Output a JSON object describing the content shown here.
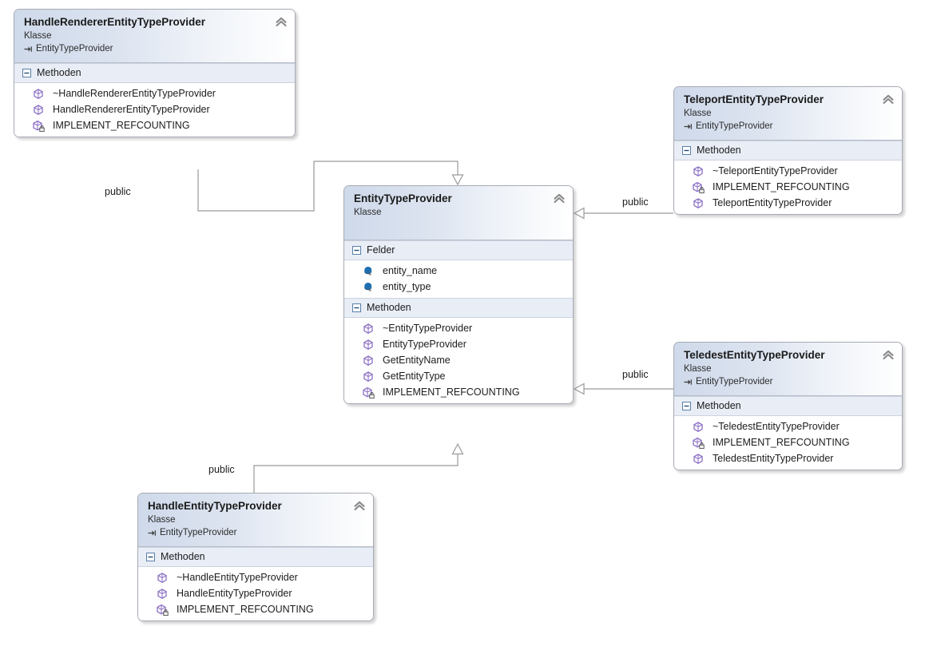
{
  "diagram": {
    "type": "uml-class-diagram",
    "language": "de",
    "background": "#ffffff",
    "stereotype_label": "Klasse",
    "fields_label": "Felder",
    "methods_label": "Methoden",
    "accent_header": "#ced9ea",
    "accent_compartment": "#e8edf6",
    "method_icon_color": "#8b6fc4",
    "field_icon_color": "#1f6fb0",
    "connector_color": "#9a9a9a"
  },
  "classes": [
    {
      "id": "handle-renderer-entity-type-provider",
      "name": "HandleRendererEntityTypeProvider",
      "stereotype": "Klasse",
      "base": "EntityTypeProvider",
      "compartments": [
        {
          "label": "Methoden",
          "members": [
            {
              "name": "~HandleRendererEntityTypeProvider",
              "kind": "method",
              "visibility": "public"
            },
            {
              "name": "HandleRendererEntityTypeProvider",
              "kind": "method",
              "visibility": "public"
            },
            {
              "name": "IMPLEMENT_REFCOUNTING",
              "kind": "method",
              "visibility": "private"
            }
          ]
        }
      ]
    },
    {
      "id": "teleport-entity-type-provider",
      "name": "TeleportEntityTypeProvider",
      "stereotype": "Klasse",
      "base": "EntityTypeProvider",
      "compartments": [
        {
          "label": "Methoden",
          "members": [
            {
              "name": "~TeleportEntityTypeProvider",
              "kind": "method",
              "visibility": "public"
            },
            {
              "name": "IMPLEMENT_REFCOUNTING",
              "kind": "method",
              "visibility": "private"
            },
            {
              "name": "TeleportEntityTypeProvider",
              "kind": "method",
              "visibility": "public"
            }
          ]
        }
      ]
    },
    {
      "id": "entity-type-provider",
      "name": "EntityTypeProvider",
      "stereotype": "Klasse",
      "base": "",
      "compartments": [
        {
          "label": "Felder",
          "members": [
            {
              "name": "entity_name",
              "kind": "field",
              "visibility": "protected"
            },
            {
              "name": "entity_type",
              "kind": "field",
              "visibility": "protected"
            }
          ]
        },
        {
          "label": "Methoden",
          "members": [
            {
              "name": "~EntityTypeProvider",
              "kind": "method",
              "visibility": "public"
            },
            {
              "name": "EntityTypeProvider",
              "kind": "method",
              "visibility": "public"
            },
            {
              "name": "GetEntityName",
              "kind": "method",
              "visibility": "public"
            },
            {
              "name": "GetEntityType",
              "kind": "method",
              "visibility": "public"
            },
            {
              "name": "IMPLEMENT_REFCOUNTING",
              "kind": "method",
              "visibility": "private"
            }
          ]
        }
      ]
    },
    {
      "id": "teledest-entity-type-provider",
      "name": "TeledestEntityTypeProvider",
      "stereotype": "Klasse",
      "base": "EntityTypeProvider",
      "compartments": [
        {
          "label": "Methoden",
          "members": [
            {
              "name": "~TeledestEntityTypeProvider",
              "kind": "method",
              "visibility": "public"
            },
            {
              "name": "IMPLEMENT_REFCOUNTING",
              "kind": "method",
              "visibility": "private"
            },
            {
              "name": "TeledestEntityTypeProvider",
              "kind": "method",
              "visibility": "public"
            }
          ]
        }
      ]
    },
    {
      "id": "handle-entity-type-provider",
      "name": "HandleEntityTypeProvider",
      "stereotype": "Klasse",
      "base": "EntityTypeProvider",
      "compartments": [
        {
          "label": "Methoden",
          "members": [
            {
              "name": "~HandleEntityTypeProvider",
              "kind": "method",
              "visibility": "public"
            },
            {
              "name": "HandleEntityTypeProvider",
              "kind": "method",
              "visibility": "public"
            },
            {
              "name": "IMPLEMENT_REFCOUNTING",
              "kind": "method",
              "visibility": "private"
            }
          ]
        }
      ]
    }
  ],
  "connectors": [
    {
      "id": "conn-handle-renderer",
      "from": "handle-renderer-entity-type-provider",
      "to": "entity-type-provider",
      "relation": "inheritance",
      "label": "public"
    },
    {
      "id": "conn-teleport",
      "from": "teleport-entity-type-provider",
      "to": "entity-type-provider",
      "relation": "inheritance",
      "label": "public"
    },
    {
      "id": "conn-teledest",
      "from": "teledest-entity-type-provider",
      "to": "entity-type-provider",
      "relation": "inheritance",
      "label": "public"
    },
    {
      "id": "conn-handle",
      "from": "handle-entity-type-provider",
      "to": "entity-type-provider",
      "relation": "inheritance",
      "label": "public"
    }
  ]
}
